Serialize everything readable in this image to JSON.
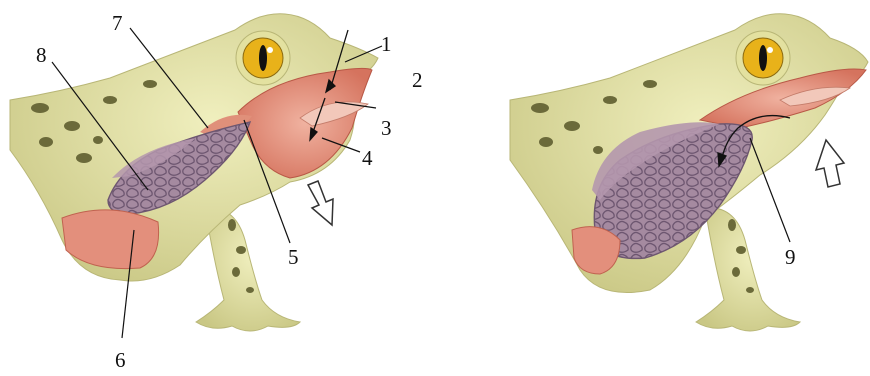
{
  "diagram": {
    "left_panel": {
      "callouts": [
        "1",
        "2",
        "3",
        "4",
        "5",
        "6",
        "7",
        "8"
      ]
    },
    "right_panel": {
      "callouts": [
        "9"
      ]
    }
  },
  "colors": {
    "skin": "#e6e4a8",
    "skin_shade": "#c9c784",
    "spots": "#6b6a3a",
    "mouth": "#e59a86",
    "mouth_dark": "#c8604e",
    "lung": "#9a7f95",
    "lung_cells": "#6d5670",
    "eye_iris": "#e8b21a",
    "arrow_outline": "#333333"
  },
  "icons": [
    "down-arrow-icon",
    "up-arrow-icon"
  ]
}
